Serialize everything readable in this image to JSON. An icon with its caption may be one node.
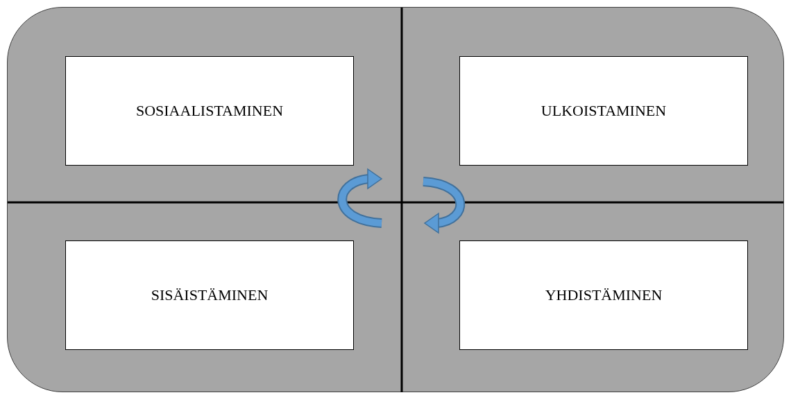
{
  "diagram": {
    "nodes": [
      {
        "text": [],
        "shape": "box"
      },
      {
        "text": [
          "SOSIAALISTAMINEN"
        ],
        "in": 0
      },
      {
        "text": [
          "ULKOISTAMINEN"
        ],
        "in": 0
      },
      {
        "text": [
          "SISÄISTÄMINEN"
        ],
        "in": 0
      },
      {
        "text": [
          "YHDISTÄMINEN"
        ],
        "in": 0
      }
    ]
  }
}
